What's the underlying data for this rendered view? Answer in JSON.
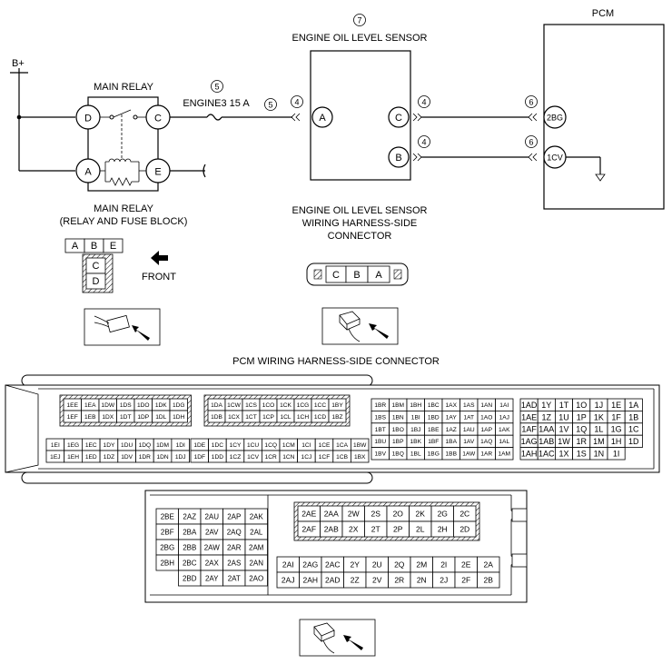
{
  "schematic": {
    "b_plus": "B+",
    "main_relay_title": "MAIN RELAY",
    "main_relay_caption": [
      "MAIN RELAY",
      "(RELAY AND FUSE BLOCK)"
    ],
    "relay_terminals": [
      "D",
      "C",
      "A",
      "E"
    ],
    "fuse_label": "ENGINE3 15 A",
    "sensor_title": "ENGINE OIL LEVEL SENSOR",
    "sensor_terminals": [
      "A",
      "C",
      "B"
    ],
    "pcm_title": "PCM",
    "pcm_terminals": [
      "2BG",
      "1CV"
    ],
    "callouts": {
      "relay_fuse": "5",
      "fuse_out": "5",
      "sensor_a": "4",
      "sensor_c": "4",
      "sensor_b": "4",
      "pcm_2bg": "6",
      "pcm_1cv": "6",
      "sensor": "7"
    }
  },
  "relay_connector": {
    "top": [
      "A",
      "B",
      "E"
    ],
    "bottom": [
      "C",
      "D"
    ],
    "front_label": "FRONT"
  },
  "sensor_connector": {
    "caption": [
      "ENGINE OIL LEVEL SENSOR",
      "WIRING HARNESS-SIDE",
      "CONNECTOR"
    ],
    "pins": [
      "C",
      "B",
      "A"
    ]
  },
  "pcm_connector": {
    "title": "PCM WIRING HARNESS-SIDE CONNECTOR",
    "upper": {
      "g1": [
        [
          "1EE",
          "1EA",
          "1DW",
          "1DS",
          "1DO",
          "1DK",
          "1DG"
        ],
        [
          "1EF",
          "1EB",
          "1DX",
          "1DT",
          "1DP",
          "1DL",
          "1DH"
        ]
      ],
      "g2": [
        [
          "1DA",
          "1CW",
          "1CS",
          "1CO",
          "1CK",
          "1CG",
          "1CC",
          "1BY"
        ],
        [
          "1DB",
          "1CX",
          "1CT",
          "1CP",
          "1CL",
          "1CH",
          "1CD",
          "1BZ"
        ]
      ],
      "g3": [
        [
          "1EI",
          "1EG",
          "1EC",
          "1DY",
          "1DU",
          "1DQ",
          "1DM",
          "1DI"
        ],
        [
          "1EJ",
          "1EH",
          "1ED",
          "1DZ",
          "1DV",
          "1DR",
          "1DN",
          "1DJ"
        ]
      ],
      "g4": [
        [
          "1DE",
          "1DC",
          "1CY",
          "1CU",
          "1CQ",
          "1CM",
          "1CI",
          "1CE",
          "1CA",
          "1BW"
        ],
        [
          "1DF",
          "1DD",
          "1CZ",
          "1CV",
          "1CR",
          "1CN",
          "1CJ",
          "1CF",
          "1CB",
          "1BX"
        ]
      ],
      "g5": [
        [
          "1BR",
          "1BM",
          "1BH",
          "1BC",
          "1AX",
          "1AS",
          "1AN",
          "1AI"
        ],
        [
          "1BS",
          "1BN",
          "1BI",
          "1BD",
          "1AY",
          "1AT",
          "1AO",
          "1AJ"
        ],
        [
          "1BT",
          "1BO",
          "1BJ",
          "1BE",
          "1AZ",
          "1AU",
          "1AP",
          "1AK"
        ],
        [
          "1BU",
          "1BP",
          "1BK",
          "1BF",
          "1BA",
          "1AV",
          "1AQ",
          "1AL"
        ],
        [
          "1BV",
          "1BQ",
          "1BL",
          "1BG",
          "1BB",
          "1AW",
          "1AR",
          "1AM"
        ]
      ],
      "g6": [
        [
          "1AD",
          "1Y",
          "1T",
          "1O",
          "1J",
          "1E",
          "1A"
        ],
        [
          "1AE",
          "1Z",
          "1U",
          "1P",
          "1K",
          "1F",
          "1B"
        ],
        [
          "1AF",
          "1AA",
          "1V",
          "1Q",
          "1L",
          "1G",
          "1C"
        ],
        [
          "1AG",
          "1AB",
          "1W",
          "1R",
          "1M",
          "1H",
          "1D"
        ],
        [
          "1AH",
          "1AC",
          "1X",
          "1S",
          "1N",
          "1I",
          ""
        ]
      ]
    },
    "lower": {
      "left": [
        [
          "2BE",
          "2AZ",
          "2AU",
          "2AP",
          "2AK"
        ],
        [
          "2BF",
          "2BA",
          "2AV",
          "2AQ",
          "2AL"
        ],
        [
          "2BG",
          "2BB",
          "2AW",
          "2AR",
          "2AM"
        ],
        [
          "2BH",
          "2BC",
          "2AX",
          "2AS",
          "2AN"
        ],
        [
          "",
          "2BD",
          "2AY",
          "2AT",
          "2AO"
        ]
      ],
      "right": [
        [
          "2AE",
          "2AA",
          "2W",
          "2S",
          "2O",
          "2K",
          "2G",
          "2C"
        ],
        [
          "2AF",
          "2AB",
          "2X",
          "2T",
          "2P",
          "2L",
          "2H",
          "2D"
        ],
        [
          "",
          "",
          "",
          "",
          "",
          "",
          "",
          ""
        ],
        [
          "2AI",
          "2AG",
          "2AC",
          "2Y",
          "2U",
          "2Q",
          "2M",
          "2I",
          "2E",
          "2A"
        ],
        [
          "2AJ",
          "2AH",
          "2AD",
          "2Z",
          "2V",
          "2R",
          "2N",
          "2J",
          "2F",
          "2B"
        ]
      ]
    }
  }
}
